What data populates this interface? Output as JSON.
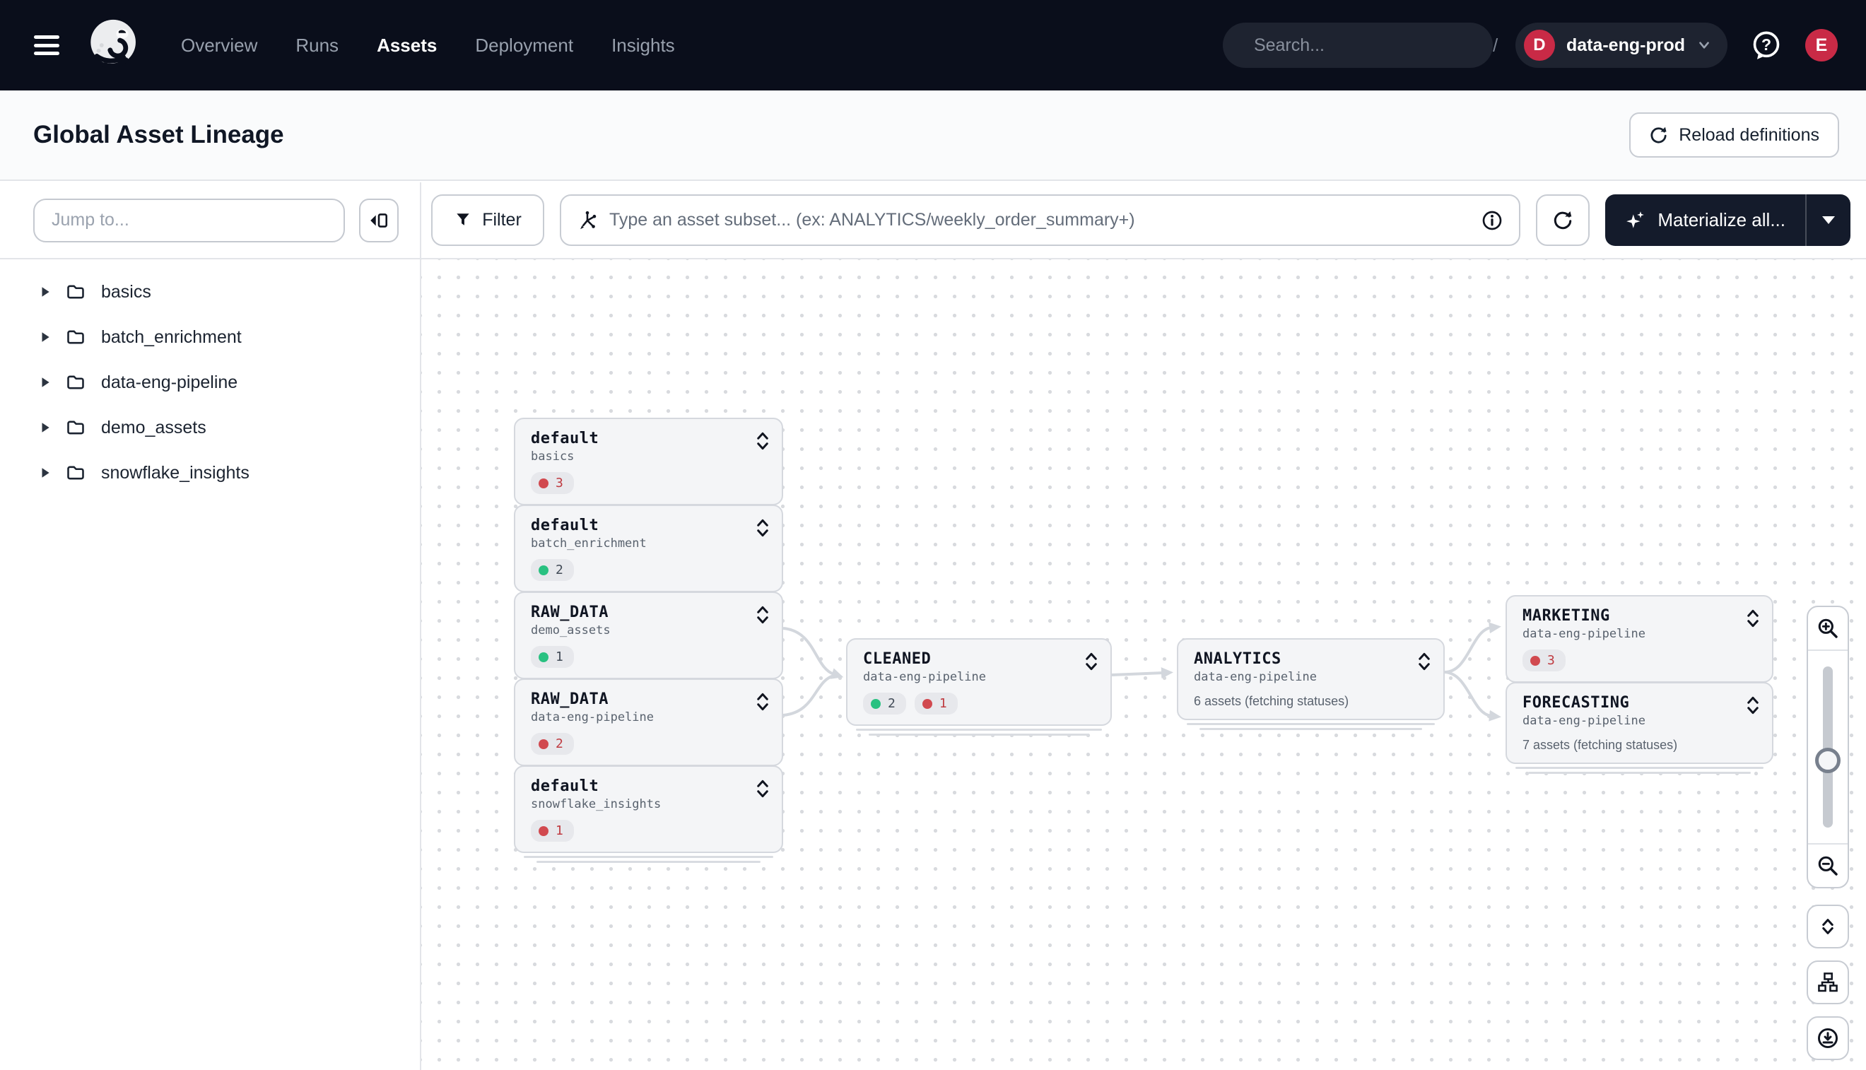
{
  "topbar": {
    "nav": [
      "Overview",
      "Runs",
      "Assets",
      "Deployment",
      "Insights"
    ],
    "search_placeholder": "Search...",
    "search_shortcut": "/",
    "deployment": {
      "initial": "D",
      "name": "data-eng-prod"
    },
    "avatar_initial": "E"
  },
  "header": {
    "title": "Global Asset Lineage",
    "reload_label": "Reload definitions"
  },
  "sidebar": {
    "jump_placeholder": "Jump to...",
    "groups": [
      "basics",
      "batch_enrichment",
      "data-eng-pipeline",
      "demo_assets",
      "snowflake_insights"
    ]
  },
  "toolbar": {
    "filter_label": "Filter",
    "subset_placeholder": "Type an asset subset... (ex: ANALYTICS/weekly_order_summary+)",
    "materialize_label": "Materialize all..."
  },
  "graph": {
    "nodes": [
      {
        "title": "default",
        "subtitle": "basics",
        "badges": [
          {
            "color": "red",
            "count": "3"
          }
        ]
      },
      {
        "title": "default",
        "subtitle": "batch_enrichment",
        "badges": [
          {
            "color": "green",
            "count": "2"
          }
        ]
      },
      {
        "title": "RAW_DATA",
        "subtitle": "demo_assets",
        "badges": [
          {
            "color": "green",
            "count": "1"
          }
        ]
      },
      {
        "title": "RAW_DATA",
        "subtitle": "data-eng-pipeline",
        "badges": [
          {
            "color": "red",
            "count": "2"
          }
        ]
      },
      {
        "title": "default",
        "subtitle": "snowflake_insights",
        "badges": [
          {
            "color": "red",
            "count": "1"
          }
        ]
      },
      {
        "title": "CLEANED",
        "subtitle": "data-eng-pipeline",
        "badges": [
          {
            "color": "green",
            "count": "2"
          },
          {
            "color": "red",
            "count": "1"
          }
        ]
      },
      {
        "title": "ANALYTICS",
        "subtitle": "data-eng-pipeline",
        "status": "6 assets (fetching statuses)"
      },
      {
        "title": "MARKETING",
        "subtitle": "data-eng-pipeline",
        "badges": [
          {
            "color": "red",
            "count": "3"
          }
        ]
      },
      {
        "title": "FORECASTING",
        "subtitle": "data-eng-pipeline",
        "status": "7 assets (fetching statuses)"
      }
    ],
    "edges": [
      "RAW_DATA/demo_assets -> CLEANED",
      "RAW_DATA/data-eng-pipeline -> CLEANED",
      "CLEANED -> ANALYTICS",
      "ANALYTICS -> MARKETING",
      "ANALYTICS -> FORECASTING"
    ]
  },
  "icons": {
    "topbar": [
      "hamburger-icon",
      "dagster-logo",
      "search-icon",
      "chevron-down-icon",
      "help-icon"
    ],
    "toolbar": [
      "filter-funnel-icon",
      "asset-graph-icon",
      "info-icon",
      "refresh-icon",
      "sparkle-icon",
      "caret-down-icon"
    ],
    "sidebar": [
      "collapse-panel-icon",
      "caret-right-icon",
      "folder-icon"
    ],
    "graph_controls": [
      "zoom-in-icon",
      "zoom-out-icon",
      "unfold-vertical-icon",
      "hierarchy-icon",
      "download-icon"
    ],
    "node": [
      "unfold-more-icon"
    ]
  },
  "colors": {
    "topbar_bg": "#0a0e1b",
    "accent_red": "#c92a46",
    "dark_button": "#141b2b",
    "dot_red": "#d1494f",
    "dot_green": "#29c181",
    "count_red": "#bf3a40",
    "edge": "#d3d7dd",
    "card_bg": "#f4f5f7",
    "header_bg": "#fafbfc"
  }
}
